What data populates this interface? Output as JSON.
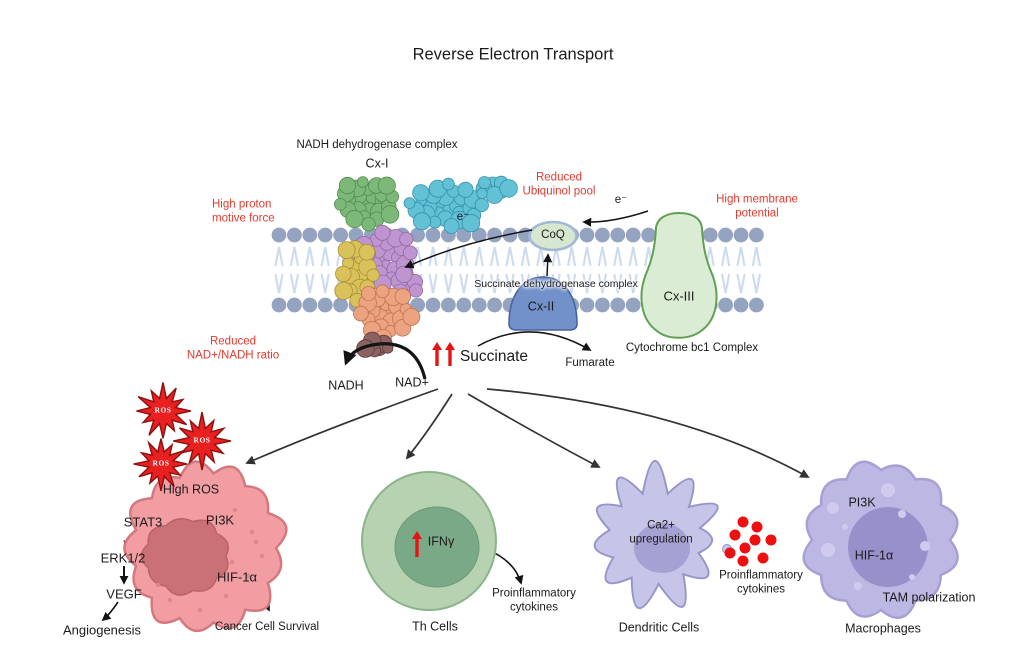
{
  "title": "Reverse Electron Transport",
  "membrane": {
    "nadh_complex": "NADH dehydrogenase complex",
    "cx1": "Cx-I",
    "coq": "CoQ",
    "sdh_complex": "Succinate dehydrogenase complex",
    "cx2": "Cx-II",
    "cx3": "Cx-III",
    "cytochrome": "Cytochrome bc1 Complex",
    "electron": "e⁻"
  },
  "conditions": {
    "high_proton": "High proton\nmotive force",
    "reduced_ubiquinol": "Reduced\nUbiquinol pool",
    "high_membrane": "High membrane\npotential",
    "reduced_nad": "Reduced\nNAD+/NADH ratio"
  },
  "metabolites": {
    "nadh": "NADH",
    "nad": "NAD+",
    "succinate": "Succinate",
    "fumarate": "Fumarate"
  },
  "icons": {
    "succinate_increase": "double-red-up-arrow",
    "ifng_increase": "red-up-arrow",
    "ros_burst": "red-starburst",
    "cytokine_dots": "red-dot-cluster"
  },
  "cancer_cell": {
    "ros": "ROS",
    "high_ros": "High ROS",
    "stat3": "STAT3",
    "pi3k": "PI3K",
    "erk12": "ERK1/2",
    "vegf": "VEGF",
    "hif1a": "HIF-1α",
    "angiogenesis": "Angiogenesis",
    "survival": "Cancer Cell Survival"
  },
  "th_cell": {
    "ifng": "IFNγ",
    "cytokines": "Proinflammatory\ncytokines",
    "name": "Th Cells"
  },
  "dendritic_cell": {
    "ca2": "Ca2+\nupregulation",
    "cytokines": "Proinflammatory\ncytokines",
    "name": "Dendritic Cells"
  },
  "macrophage": {
    "pi3k": "PI3K",
    "hif1a": "HIF-1α",
    "tam": "TAM polarization",
    "name": "Macrophages"
  },
  "colors": {
    "red_text": "#e5392f",
    "red_accent": "#e51414",
    "arrow_black": "#141414",
    "arrow_dark": "#333333",
    "membrane_head": "#93a3c0",
    "membrane_tail": "#cddbf0",
    "coq_fill": "#d5e7cf",
    "coq_stroke": "#a3b7d6",
    "cx2_fill": "#7291ca",
    "cx2_stroke": "#47649f",
    "cx3_fill": "#daecd3",
    "cx3_stroke": "#61a054",
    "cx1_green": "#7cb878",
    "cx1_green_d": "#4f8d51",
    "cx1_teal": "#63c1d6",
    "cx1_teal_d": "#3392ac",
    "cx1_purple": "#bf95d0",
    "cx1_purple_d": "#9469a6",
    "cx1_yellow": "#d9c25c",
    "cx1_yellow_d": "#ab8f33",
    "cx1_orange": "#eca380",
    "cx1_orange_d": "#c07352",
    "cx1_maroon": "#8c6161",
    "cx1_maroon_d": "#5e3d3d",
    "cancer_fill": "#f19da2",
    "cancer_stroke": "#d4787f",
    "cancer_nucleus": "#ca7175",
    "cancer_nucleus_stroke": "#bb6368",
    "cancer_speckle": "#e0858b",
    "th_fill": "#b6d2b1",
    "th_stroke": "#8cb48b",
    "th_nucleus": "#7aa987",
    "th_nucleus_stroke": "#6c9a79",
    "dc_fill": "#c6c5e7",
    "dc_stroke": "#9795ca",
    "dc_nucleus": "#a5a2d3",
    "mac_fill": "#bdb7e3",
    "mac_stroke": "#a89fd6",
    "mac_nucleus": "#9890cb",
    "mac_bubble": "#d0cbee",
    "ros_fill": "#e82020",
    "ros_stroke": "#8f0f0f",
    "dot_red": "#ee1010"
  }
}
